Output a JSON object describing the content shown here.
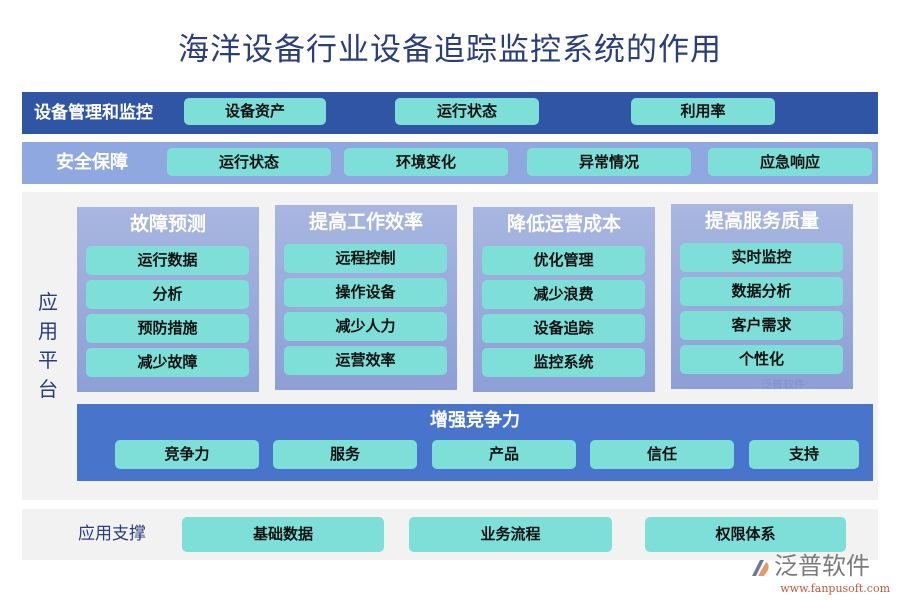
{
  "title": "海洋设备行业设备追踪监控系统的作用",
  "colors": {
    "title_text": "#2A3F7A",
    "row1_bg": "#2F55A4",
    "row2_bg": "#8FA9E0",
    "pill_bg": "#7EDFD8",
    "platform_bg": "#F2F2F2",
    "card_gradient_top": "#A8B6E0",
    "card_gradient_bottom": "#8D9FD6",
    "band_bg": "#4874CB"
  },
  "equipment_management": {
    "label": "设备管理和监控",
    "items": [
      "设备资产",
      "运行状态",
      "利用率"
    ]
  },
  "security": {
    "label": "安全保障",
    "items": [
      "运行状态",
      "环境变化",
      "异常情况",
      "应急响应"
    ]
  },
  "platform": {
    "label_chars": [
      "应",
      "用",
      "平",
      "台"
    ],
    "cards": [
      {
        "title": "故障预测",
        "items": [
          "运行数据",
          "分析",
          "预防措施",
          "减少故障"
        ]
      },
      {
        "title": "提高工作效率",
        "items": [
          "远程控制",
          "操作设备",
          "减少人力",
          "运营效率"
        ]
      },
      {
        "title": "降低运营成本",
        "items": [
          "优化管理",
          "减少浪费",
          "设备追踪",
          "监控系统"
        ]
      },
      {
        "title": "提高服务质量",
        "items": [
          "实时监控",
          "数据分析",
          "客户需求",
          "个性化"
        ]
      }
    ],
    "competitiveness": {
      "title": "增强竞争力",
      "items": [
        "竞争力",
        "服务",
        "产品",
        "信任",
        "支持"
      ]
    },
    "watermark": "泛普软件"
  },
  "support": {
    "label": "应用支撑",
    "items": [
      "基础数据",
      "业务流程",
      "权限体系"
    ]
  },
  "logo": {
    "name": "泛普软件",
    "url": "www.fanpusoft.com"
  }
}
